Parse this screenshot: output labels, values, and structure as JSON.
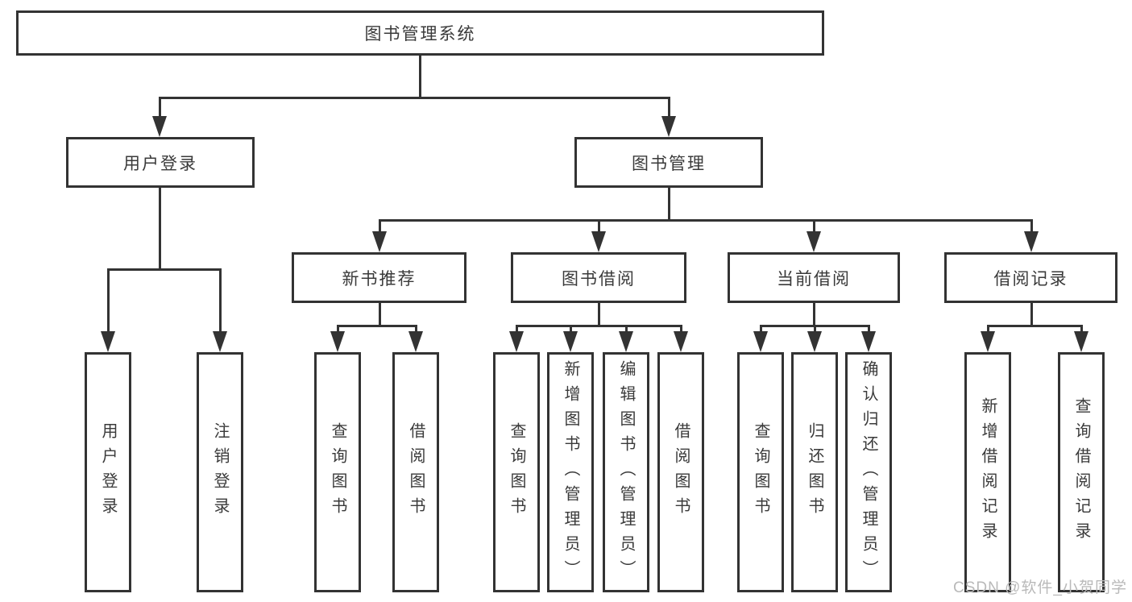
{
  "title": "图书管理系统",
  "colors": {
    "line": "#333333",
    "box_border": "#333333",
    "text": "#3a3a3a",
    "background": "#ffffff",
    "watermark": "#b9b9b9"
  },
  "nodes": {
    "root": "图书管理系统",
    "level2": [
      "用户登录",
      "图书管理"
    ],
    "level3": [
      "新书推荐",
      "图书借阅",
      "当前借阅",
      "借阅记录"
    ],
    "login_children": [
      "用户登录",
      "注销登录"
    ],
    "recommend_children": [
      "查询图书",
      "借阅图书"
    ],
    "borrow_children": [
      "查询图书",
      "新增图书（管理员）",
      "编辑图书（管理员）",
      "借阅图书"
    ],
    "current_children": [
      "查询图书",
      "归还图书",
      "确认归还（管理员）"
    ],
    "records_children": [
      "新增借阅记录",
      "查询借阅记录"
    ]
  },
  "watermark": "CSDN @软件_小贺同学"
}
